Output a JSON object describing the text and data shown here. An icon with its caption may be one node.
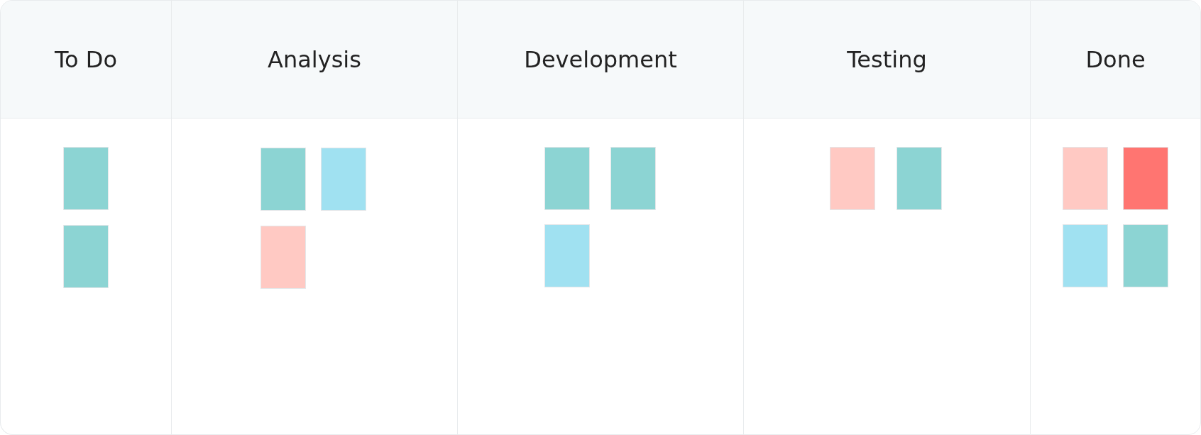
{
  "diagram": {
    "nodes": [
      {
        "text": [
          "To Do"
        ]
      },
      {
        "text": [],
        "shape": "box",
        "in": 0
      },
      {
        "text": [],
        "shape": "box",
        "in": 0
      },
      {
        "text": [
          "Analysis"
        ]
      },
      {
        "text": [],
        "shape": "box",
        "in": 3
      },
      {
        "text": [],
        "shape": "box",
        "in": 3
      },
      {
        "text": [],
        "shape": "box",
        "in": 3
      },
      {
        "text": [
          "Development"
        ]
      },
      {
        "text": [],
        "shape": "box",
        "in": 7
      },
      {
        "text": [],
        "shape": "box",
        "in": 7
      },
      {
        "text": [],
        "shape": "box",
        "in": 7
      },
      {
        "text": [
          "Testing"
        ]
      },
      {
        "text": [],
        "shape": "box",
        "in": 11
      },
      {
        "text": [],
        "shape": "box",
        "in": 11
      },
      {
        "text": [
          "Done"
        ]
      },
      {
        "text": [],
        "shape": "box",
        "in": 14
      },
      {
        "text": [],
        "shape": "box",
        "in": 14
      },
      {
        "text": [],
        "shape": "box",
        "in": 14
      },
      {
        "text": [],
        "shape": "box",
        "in": 14
      }
    ]
  }
}
